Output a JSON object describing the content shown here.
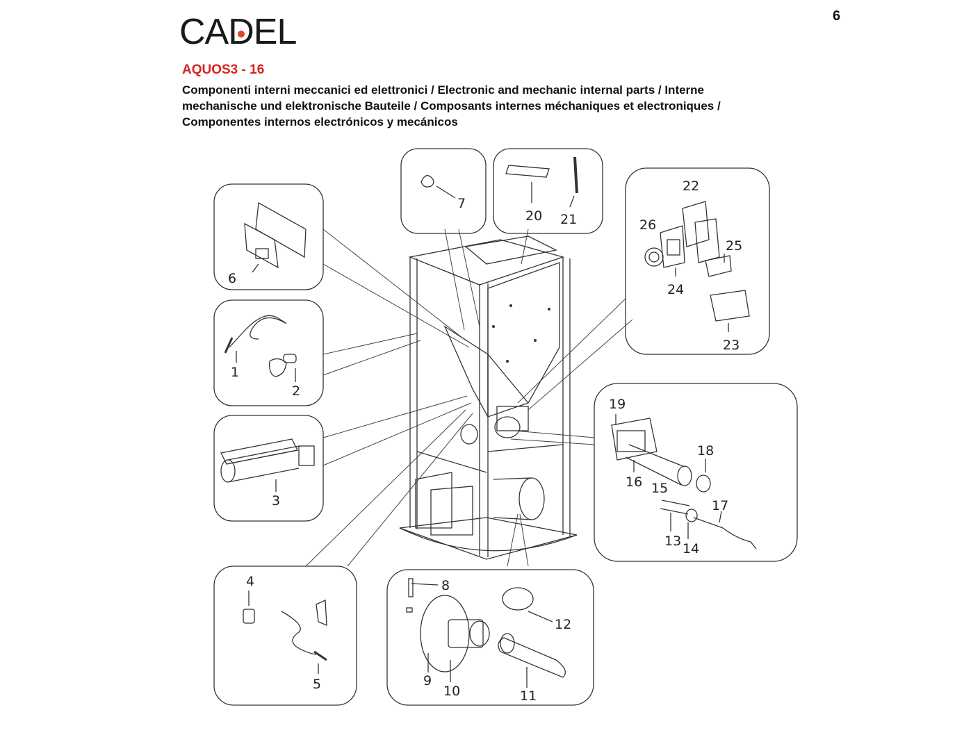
{
  "header": {
    "logo_text": "CADEL",
    "page_number": "6",
    "model": "AQUOS3 - 16",
    "subtitle_lines": [
      "Componenti interni meccanici ed elettronici / Electronic and mechanic internal parts / Interne",
      "mechanische und elektronische Bauteile / Composants internes méchaniques et electroniques /",
      "Componentes internos electrónicos y mecánicos"
    ]
  },
  "parts": {
    "p1": "1",
    "p2": "2",
    "p3": "3",
    "p4": "4",
    "p5": "5",
    "p6": "6",
    "p7": "7",
    "p8": "8",
    "p9": "9",
    "p10": "10",
    "p11": "11",
    "p12": "12",
    "p13": "13",
    "p14": "14",
    "p15": "15",
    "p16": "16",
    "p17": "17",
    "p18": "18",
    "p19": "19",
    "p20": "20",
    "p21": "21",
    "p22": "22",
    "p23": "23",
    "p24": "24",
    "p25": "25",
    "p26": "26"
  },
  "colors": {
    "brand_red": "#d8231f",
    "logo_dot": "#e0452b"
  }
}
